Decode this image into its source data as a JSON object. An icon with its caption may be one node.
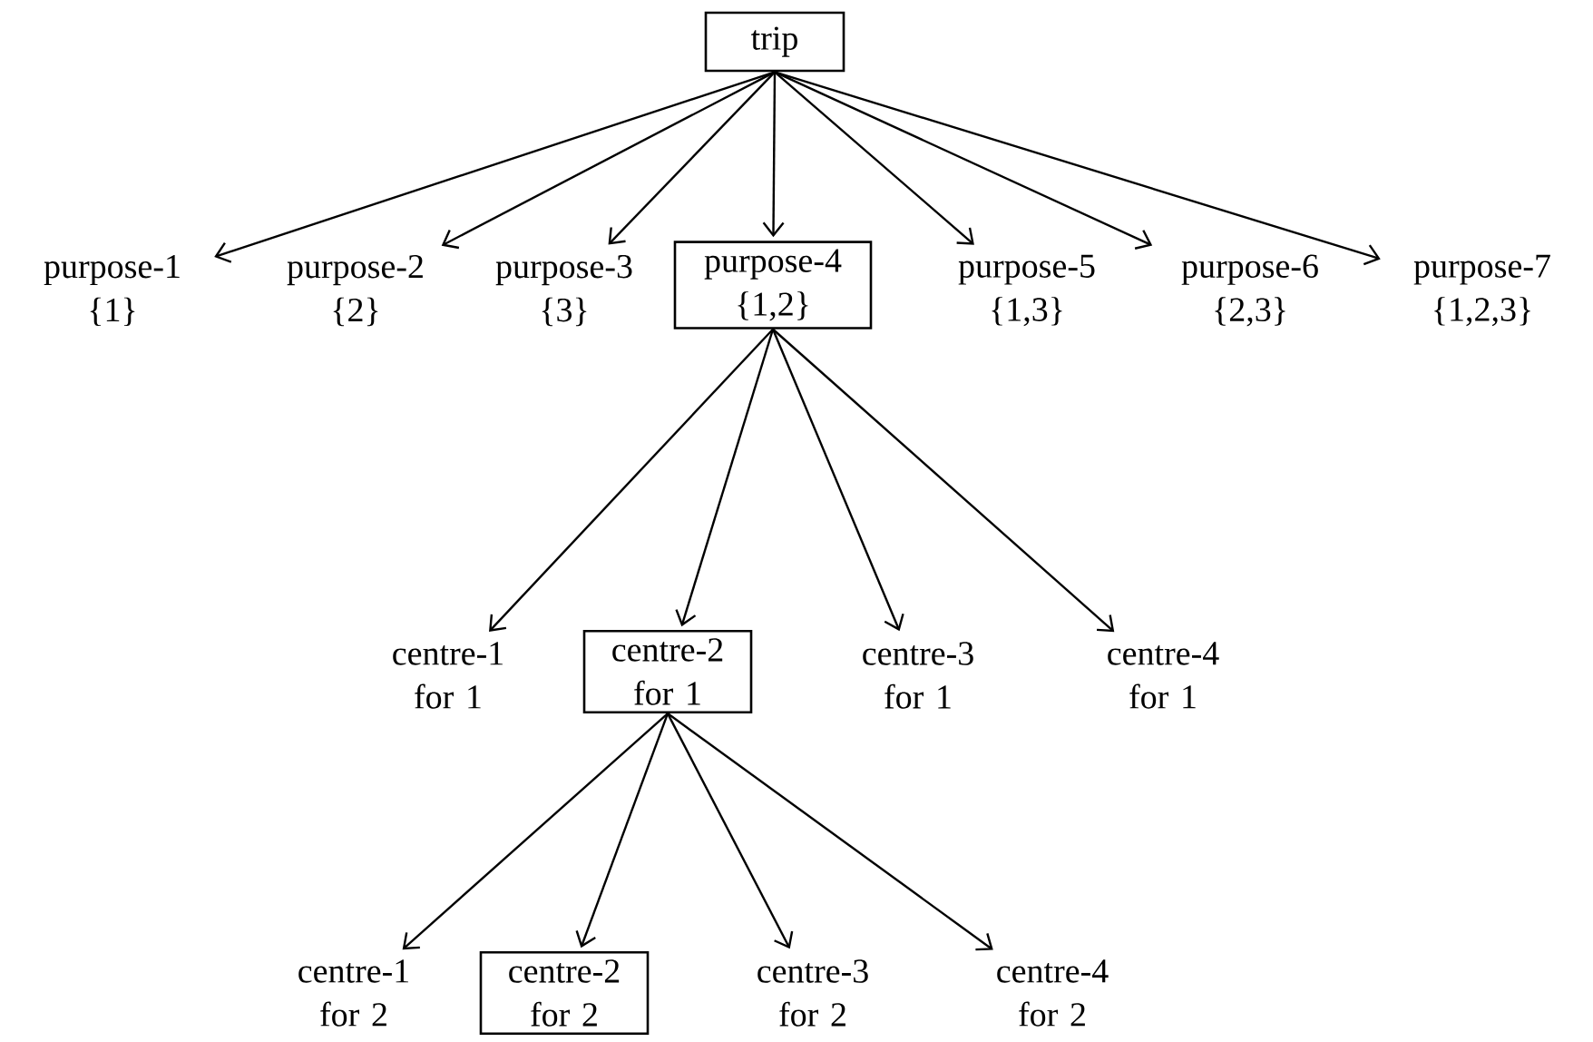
{
  "diagram": {
    "nodes": [
      {
        "text": [
          "trip"
        ]
      },
      {
        "text": [
          "purpose-1 {1}"
        ]
      },
      {
        "text": [
          "purpose-2 {2}"
        ]
      },
      {
        "text": [
          "purpose-3 {3}"
        ]
      },
      {
        "text": [
          "purpose-4 {1,2}"
        ]
      },
      {
        "text": [
          "purpose-5 {1,3}"
        ]
      },
      {
        "text": [
          "purpose-6 {2,3}"
        ]
      },
      {
        "text": [
          "purpose-7 {1,2,3}"
        ]
      },
      {
        "text": [
          "centre-1 for 1"
        ]
      },
      {
        "text": [
          "centre-2 for 1"
        ]
      },
      {
        "text": [
          "centre-3 for 1"
        ]
      },
      {
        "text": [
          "centre-4 for 1"
        ]
      },
      {
        "text": [
          "centre-1 for 2"
        ]
      },
      {
        "text": [
          "centre-2 for 2"
        ]
      },
      {
        "text": [
          "centre-3 for 2"
        ]
      },
      {
        "text": [
          "centre-4 for 2"
        ]
      }
    ],
    "edges": [
      {
        "from": 0,
        "to": 1,
        "arrow": "to"
      },
      {
        "from": 0,
        "to": 2,
        "arrow": "to"
      },
      {
        "from": 0,
        "to": 3,
        "arrow": "to"
      },
      {
        "from": 0,
        "to": 4,
        "arrow": "to"
      },
      {
        "from": 0,
        "to": 5,
        "arrow": "to"
      },
      {
        "from": 0,
        "to": 6,
        "arrow": "to"
      },
      {
        "from": 0,
        "to": 7,
        "arrow": "to"
      },
      {
        "from": 4,
        "to": 8,
        "arrow": "to"
      },
      {
        "from": 4,
        "to": 9,
        "arrow": "to"
      },
      {
        "from": 4,
        "to": 10,
        "arrow": "to"
      },
      {
        "from": 4,
        "to": 11,
        "arrow": "to"
      },
      {
        "from": 9,
        "to": 12,
        "arrow": "to"
      },
      {
        "from": 9,
        "to": 13,
        "arrow": "to"
      },
      {
        "from": 9,
        "to": 14,
        "arrow": "to"
      },
      {
        "from": 9,
        "to": 15,
        "arrow": "to"
      }
    ]
  }
}
